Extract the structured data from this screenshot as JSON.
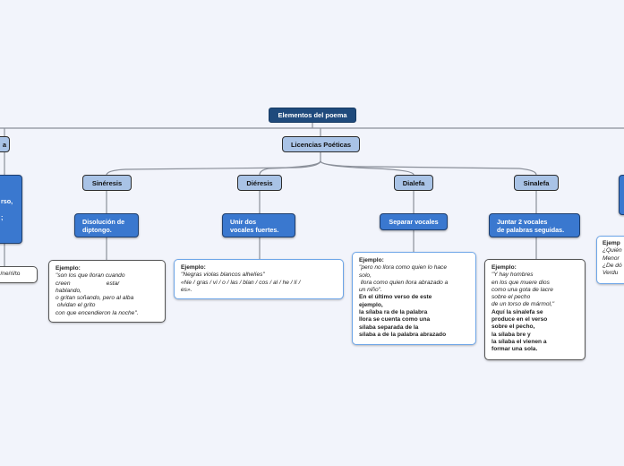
{
  "root": {
    "label": "Elementos del poema"
  },
  "branch": {
    "label": "Licencias Poéticas"
  },
  "items": [
    {
      "title": "Sinéresis",
      "description": "Disolución de\ndiptongo.",
      "example_label": "Ejemplo:",
      "example_italic": "\"son los que lloran cuando\ncreen                      estar\nhablando,\no gritan soñando, pero al alba\n olvidan el grito\ncon que encendieron la noche\".",
      "example_bold": ""
    },
    {
      "title": "Diéresis",
      "description": "Unir dos\nvocales fuertes.",
      "example_label": "Ejemplo:",
      "example_italic": "\"Negras violas blancos alhelíes\"\n«Ne / gras / vi / o / las / blan / cos / al / he / lí /\nes».",
      "example_bold": ""
    },
    {
      "title": "Dialefa",
      "description": "Separar vocales",
      "example_label": "Ejemplo:",
      "example_italic": "\"pero no llora como quien lo hace\nsolo,\n llora como quien llora abrazado a\nun niño\".",
      "example_bold": "En el último verso de este\nejemplo,\nla sílaba ra de la palabra\nllora se cuenta como una\nsílaba separada de la\nsílaba a de la palabra abrazado"
    },
    {
      "title": "Sinalefa",
      "description": "Juntar 2 vocales\nde palabras seguidas.",
      "example_label": "Ejemplo:",
      "example_italic": "\"Y hay hombres\nen los que muere dios\ncomo una gota de lacre\nsobre el pecho\nde un torso de mármol,\"",
      "example_bold": "Aquí la sinalefa se\nproduce en el verso\nsobre el pecho,\nla sílaba bre y\nla sílaba el vienen a\nformar una sola."
    }
  ],
  "left_partial": {
    "title": "a",
    "blue_text": "rso,\n\n;",
    "note_text": "l/ne/ri/to"
  },
  "right_partial": {
    "note_label": "Ejemp",
    "note_text": "¿Quién\nMenor\n¿De dó\nVerdu"
  },
  "colors": {
    "background": "#f2f4fb",
    "root_fill": "#1f4a7c",
    "topic_fill": "#a9c3e6",
    "subtopic_fill": "#3a78cf",
    "line": "#8a8f99"
  }
}
